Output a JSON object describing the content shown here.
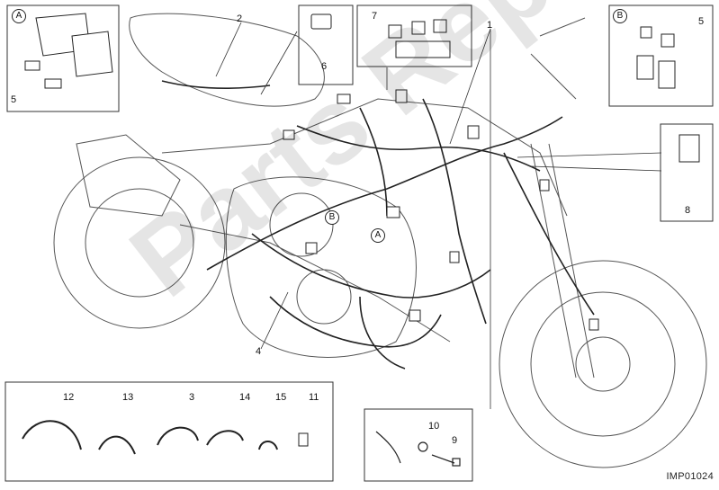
{
  "callouts": {
    "c1": "1",
    "c2": "2",
    "c3": "3",
    "c4": "4",
    "c5a": "5",
    "c5b": "5",
    "c6": "6",
    "c7": "7",
    "c8": "8",
    "c9": "9",
    "c10": "10",
    "c11": "11",
    "c12": "12",
    "c13": "13",
    "c14": "14",
    "c15": "15"
  },
  "markers": {
    "a_box": "A",
    "b_box": "B",
    "a_bike": "A",
    "b_bike": "B"
  },
  "drawing_code": "IMP01024",
  "watermark": "Parts Republic",
  "colors": {
    "line": "#333333",
    "wire": "#222222",
    "watermark": "#e6e6e6"
  }
}
